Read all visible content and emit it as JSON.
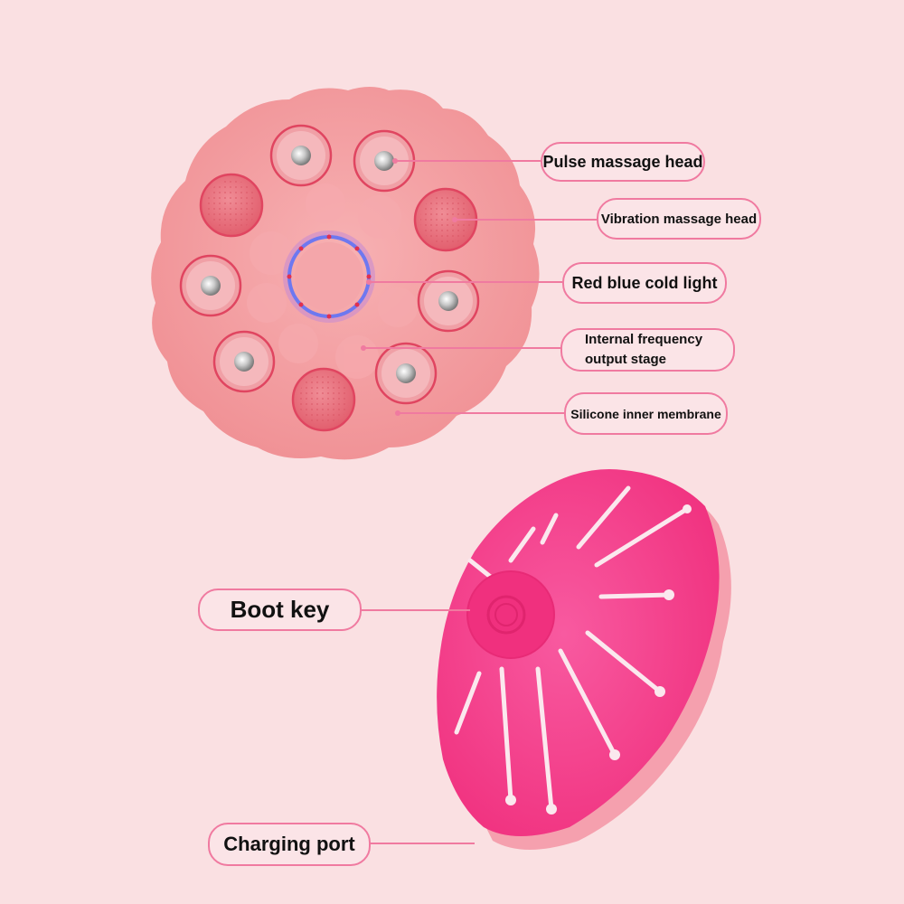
{
  "labels": {
    "pulse_massage_head": "Pulse massage head",
    "vibration_massage_head": "Vibration massage head",
    "red_blue_cold_light": "Red blue cold light",
    "internal_frequency_line1": "Internal frequency",
    "internal_frequency_line2": "output stage",
    "silicone_inner_membrane": "Silicone inner membrane",
    "boot_key": "Boot key",
    "charging_port": "Charging port"
  },
  "colors": {
    "background": "#fae0e2",
    "device_front": "#f4a0a4",
    "device_back": "#f7418f",
    "leader_line": "#f07aa0",
    "light_ring": "#6e78f0",
    "label_border": "#f07aa0"
  }
}
